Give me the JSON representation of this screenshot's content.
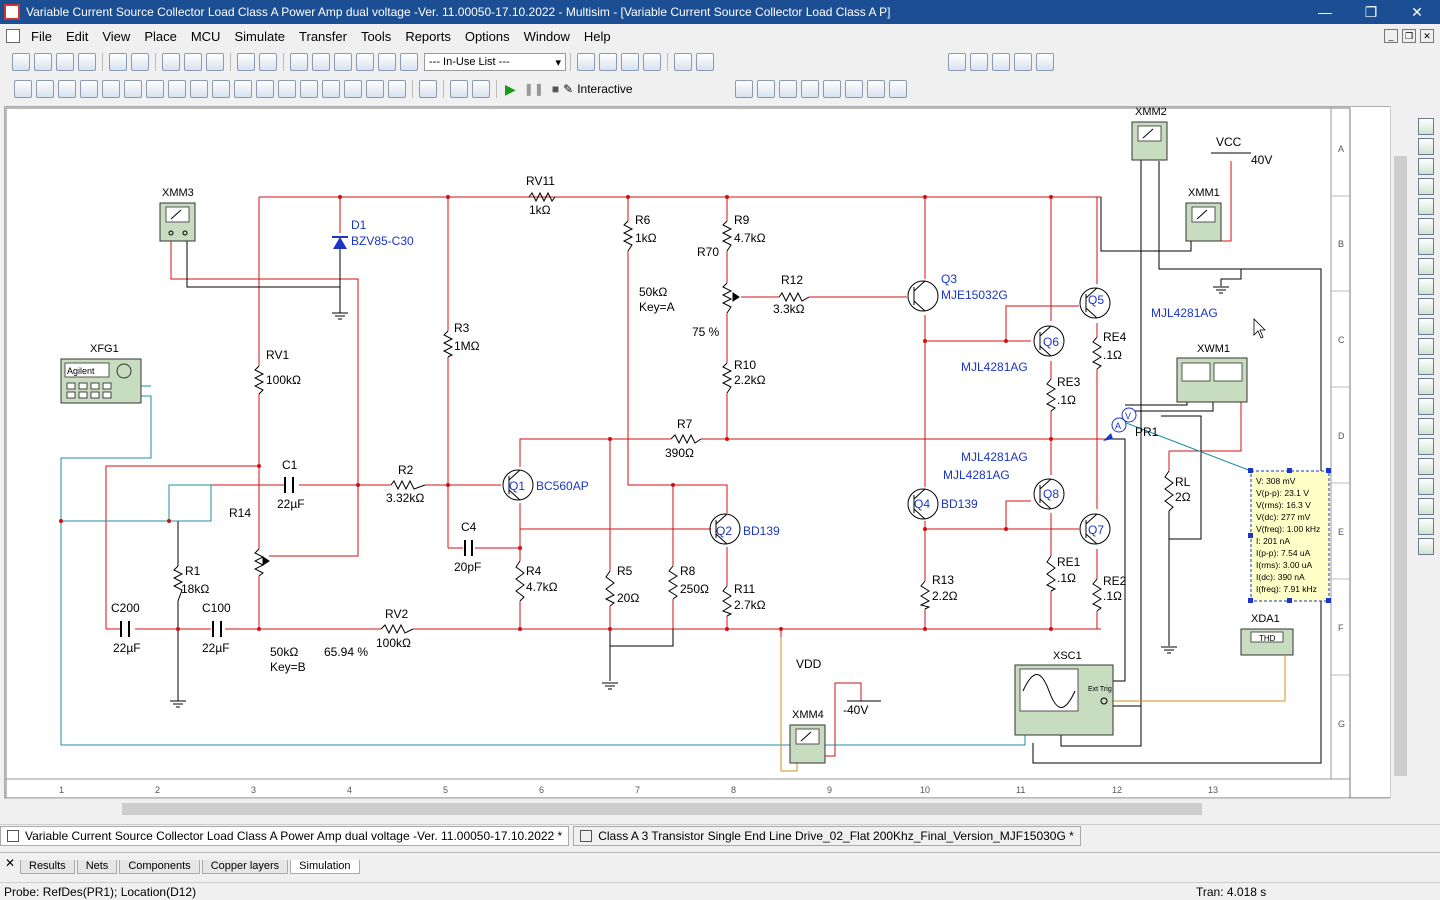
{
  "window": {
    "title": "Variable Current Source Collector Load Class A Power Amp dual voltage -Ver. 11.00050-17.10.2022 - Multisim - [Variable Current Source Collector Load Class A P]",
    "minimize": "—",
    "restore": "❐",
    "close": "✕"
  },
  "menu": {
    "items": [
      "File",
      "Edit",
      "View",
      "Place",
      "MCU",
      "Simulate",
      "Transfer",
      "Tools",
      "Reports",
      "Options",
      "Window",
      "Help"
    ]
  },
  "toolbar": {
    "inuse_list": "--- In-Use List ---",
    "interactive_label": "Interactive"
  },
  "schematic": {
    "components": {
      "xmm3": "XMM3",
      "xmm2": "XMM2",
      "xmm1": "XMM1",
      "xmm4": "XMM4",
      "xfg1": "XFG1",
      "xfg1_brand": "Agilent",
      "xwm1": "XWM1",
      "xsc1": "XSC1",
      "xda1": "XDA1",
      "xda1_label": "THD",
      "xsc1_exttrig": "Ext Trig",
      "d1": "D1",
      "d1_part": "BZV85-C30",
      "rv11": "RV11",
      "rv11_val": "1kΩ",
      "r6": "R6",
      "r6_val": "1kΩ",
      "r9": "R9",
      "r9_val": "4.7kΩ",
      "r70": "R70",
      "r70_val": "50kΩ",
      "r70_key": "Key=A",
      "r70_pct": "75 %",
      "r12": "R12",
      "r12_val": "3.3kΩ",
      "r10": "R10",
      "r10_val": "2.2kΩ",
      "r3": "R3",
      "r3_val": "1MΩ",
      "rv1": "RV1",
      "rv1_val": "100kΩ",
      "c1": "C1",
      "c1_val": "22µF",
      "r2": "R2",
      "r2_val": "3.32kΩ",
      "r14": "R14",
      "r14_val": "50kΩ",
      "r14_key": "Key=B",
      "r14_pct": "65.94 %",
      "r1": "R1",
      "r1_val": "18kΩ",
      "c200": "C200",
      "c200_val": "22µF",
      "c100": "C100",
      "c100_val": "22µF",
      "rv2": "RV2",
      "rv2_val": "100kΩ",
      "c4": "C4",
      "c4_val": "20pF",
      "r4": "R4",
      "r4_val": "4.7kΩ",
      "r5": "R5",
      "r5_val": "20Ω",
      "r8": "R8",
      "r8_val": "250Ω",
      "r7": "R7",
      "r7_val": "390Ω",
      "r11": "R11",
      "r11_val": "2.7kΩ",
      "r13": "R13",
      "r13_val": "2.2Ω",
      "q1": "Q1",
      "q1_part": "BC560AP",
      "q2": "Q2",
      "q2_part": "BD139",
      "q3": "Q3",
      "q3_part": "MJE15032G",
      "q4": "Q4",
      "q4_part": "BD139",
      "q5": "Q5",
      "q6": "Q6",
      "q7": "Q7",
      "q8": "Q8",
      "mjl_q5": "MJL4281AG",
      "mjl_q6": "MJL4281AG",
      "mjl_q8a": "MJL4281AG",
      "mjl_q8b": "MJL4281AG",
      "re4": "RE4",
      "re4_val": ".1Ω",
      "re3": "RE3",
      "re3_val": ".1Ω",
      "re1": "RE1",
      "re1_val": ".1Ω",
      "re2": "RE2",
      "re2_val": ".1Ω",
      "rl": "RL",
      "rl_val": "2Ω",
      "pr1": "PR1",
      "vcc": "VCC",
      "vcc_val": "40V",
      "vdd": "VDD",
      "vdd_val": "-40V"
    },
    "probe_readout": [
      "V: 308 mV",
      "V(p-p): 23.1 V",
      "V(rms): 16.3 V",
      "V(dc): 277 mV",
      "V(freq): 1.00 kHz",
      "I: 201 nA",
      "I(p-p): 7.54 uA",
      "I(rms): 3.00 uA",
      "I(dc): 390 nA",
      "I(freq): 7.91 kHz"
    ],
    "row_labels": [
      "A",
      "B",
      "C",
      "D",
      "E",
      "F",
      "G"
    ],
    "col_labels": [
      "1",
      "2",
      "3",
      "4",
      "5",
      "6",
      "7",
      "8",
      "9",
      "10",
      "11",
      "12",
      "13"
    ]
  },
  "doc_tabs": [
    "Variable Current Source Collector Load Class A Power Amp dual voltage -Ver. 11.00050-17.10.2022 *",
    "Class A 3 Transistor Single End Line Drive_02_Flat 200Khz_Final_Version_MJF15030G *"
  ],
  "bottom_tabs": [
    "Results",
    "Nets",
    "Components",
    "Copper layers",
    "Simulation"
  ],
  "status": {
    "probe": "Probe: RefDes(PR1); Location(D12)",
    "tran": "Tran: 4.018 s"
  },
  "colors": {
    "wire_red": "#d01010",
    "wire_black": "#000000",
    "wire_cyan": "#1a8fa6",
    "wire_orange": "#d09020",
    "part_blue": "#1a35c8",
    "title_bg": "#1c4e94",
    "instrument_green": "#c8dcc0",
    "probe_yellow": "#ffffc8"
  }
}
